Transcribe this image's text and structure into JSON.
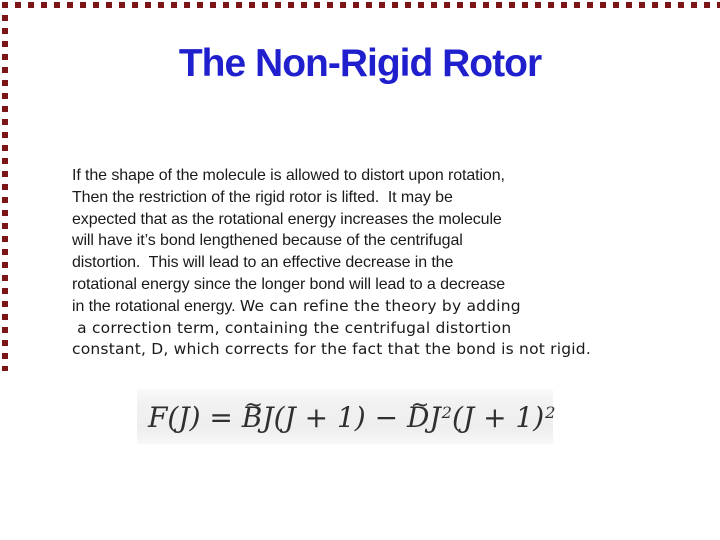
{
  "slide": {
    "title": "The Non-Rigid Rotor",
    "body": {
      "lines": [
        {
          "plain": "If the shape of the molecule is allowed to distort upon rotation,"
        },
        {
          "plain": "Then the restriction of the rigid rotor is lifted.  It may be"
        },
        {
          "plain": "expected that as the rotational energy increases the molecule"
        },
        {
          "plain": "will have it’s bond lengthened because of the centrifugal"
        },
        {
          "plain": "distortion.  This will lead to an effective decrease in the"
        },
        {
          "plain": "rotational energy since the longer bond will lead to a decrease"
        },
        {
          "plain": "in the rotational energy. ",
          "accent": "We can refine the theory by adding"
        },
        {
          "accent": " a correction term, containing the centrifugal distortion"
        },
        {
          "accent": "constant, D, which corrects for the fact that the bond is not rigid."
        }
      ]
    },
    "formula": {
      "pre": "F(J) = ",
      "tilde": "~",
      "b": "B",
      "mid": "J(J + 1) − ",
      "d": "D",
      "j": "J",
      "sup1": "2",
      "tail": "(J + 1)",
      "sup2": "2"
    },
    "colors": {
      "title_blue": "#1F1FCE",
      "body_text": "#1A1A1A",
      "accent_border": "#7B1517",
      "formula_bg": "#F0F0F0",
      "formula_text": "#2F2F2F"
    }
  }
}
